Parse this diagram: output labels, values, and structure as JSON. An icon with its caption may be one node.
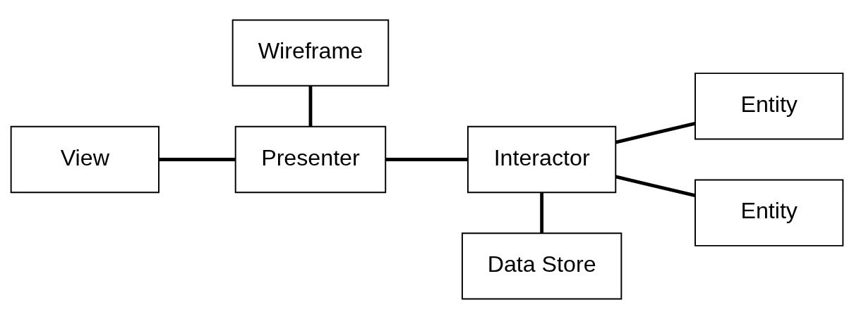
{
  "diagram": {
    "nodes": [
      {
        "text": [
          "Wireframe"
        ]
      },
      {
        "text": [
          "View"
        ]
      },
      {
        "text": [
          "Presenter"
        ]
      },
      {
        "text": [
          "Interactor"
        ]
      },
      {
        "text": [
          "Entity"
        ]
      },
      {
        "text": [
          "Entity"
        ]
      },
      {
        "text": [
          "Data Store"
        ]
      }
    ],
    "edges": [
      {
        "from": 0,
        "to": 2,
        "arrow": "none"
      },
      {
        "from": 1,
        "to": 2,
        "arrow": "none"
      },
      {
        "from": 2,
        "to": 3,
        "arrow": "none"
      },
      {
        "from": 3,
        "to": 4,
        "arrow": "none"
      },
      {
        "from": 3,
        "to": 5,
        "arrow": "none"
      },
      {
        "from": 3,
        "to": 6,
        "arrow": "none"
      }
    ]
  }
}
